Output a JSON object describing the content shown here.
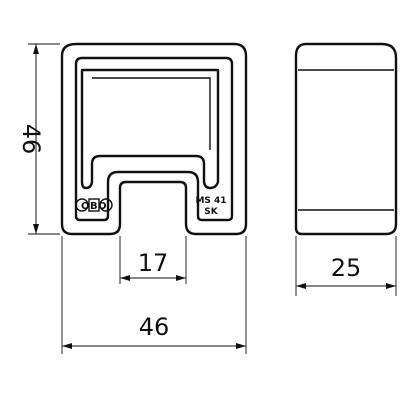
{
  "front_view": {
    "logo": "OBO",
    "marking": [
      "MS 41",
      "SK"
    ]
  },
  "dimensions": {
    "height": "46",
    "width": "46",
    "opening": "17",
    "depth": "25"
  }
}
